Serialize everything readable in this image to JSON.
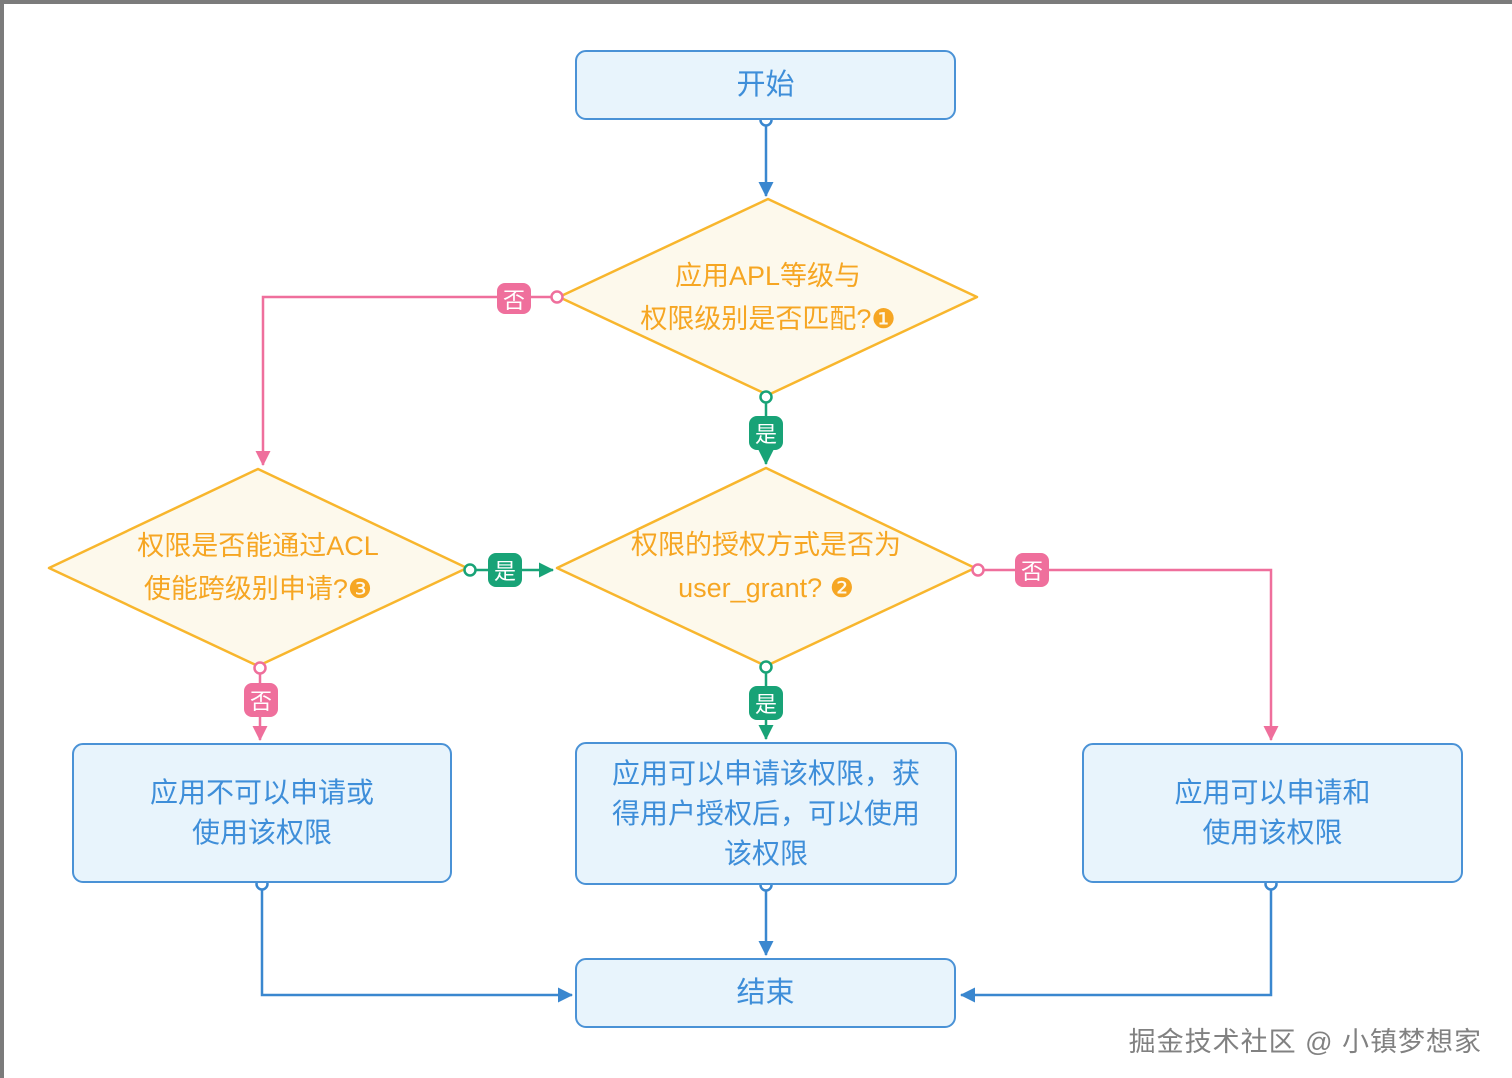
{
  "nodes": {
    "start": {
      "label": "开始"
    },
    "decision_apl": {
      "line1": "应用APL等级与",
      "line2": "权限级别是否匹配?❶"
    },
    "decision_acl": {
      "line1": "权限是否能通过ACL",
      "line2": "使能跨级别申请?❸"
    },
    "decision_grant": {
      "line1": "权限的授权方式是否为",
      "line2": "user_grant? ❷"
    },
    "result_deny": {
      "line1": "应用不可以申请或",
      "line2": "使用该权限"
    },
    "result_user_grant": {
      "line1": "应用可以申请该权限，获",
      "line2": "得用户授权后，可以使用",
      "line3": "该权限"
    },
    "result_allow": {
      "line1": "应用可以申请和",
      "line2": "使用该权限"
    },
    "end": {
      "label": "结束"
    }
  },
  "edge_labels": {
    "apl_no": "否",
    "apl_yes": "是",
    "acl_yes": "是",
    "acl_no": "否",
    "grant_no": "否",
    "grant_yes": "是"
  },
  "watermark": "掘金技术社区 @ 小镇梦想家",
  "colors": {
    "process_border": "#4a92d6",
    "process_fill": "#e8f4fc",
    "process_text": "#3e8ed9",
    "decision_border": "#f8b62d",
    "decision_fill": "#fdf9ec",
    "decision_text": "#f6a623",
    "yes_badge": "#18a377",
    "no_badge": "#ef6f9c",
    "blue_line": "#3a87cf"
  }
}
